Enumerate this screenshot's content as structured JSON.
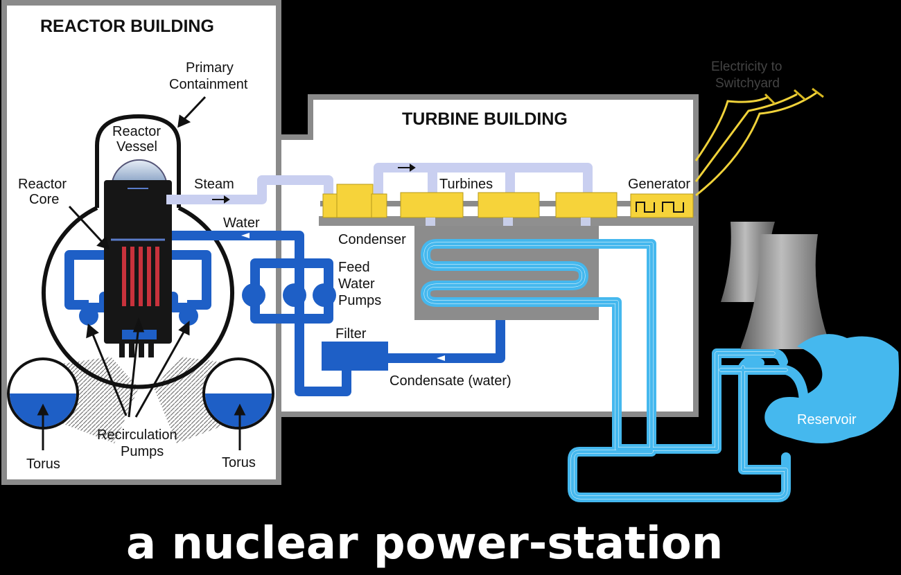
{
  "buildings": {
    "reactor": "REACTOR BUILDING",
    "turbine": "TURBINE BUILDING"
  },
  "labels": {
    "primary_containment": [
      "Primary",
      "Containment"
    ],
    "reactor_vessel": [
      "Reactor",
      "Vessel"
    ],
    "reactor_core": [
      "Reactor",
      "Core"
    ],
    "steam": "Steam",
    "water": "Water",
    "turbines": "Turbines",
    "generator": "Generator",
    "condenser": "Condenser",
    "feed_water_pumps": [
      "Feed",
      "Water",
      "Pumps"
    ],
    "filter": "Filter",
    "condensate": "Condensate (water)",
    "recirculation_pumps": [
      "Recirculation",
      "Pumps"
    ],
    "torus_left": "Torus",
    "torus_right": "Torus",
    "electricity": [
      "Electricity to",
      "Switchyard"
    ],
    "reservoir": "Reservoir"
  },
  "caption": "a nuclear power-station",
  "colors": {
    "background": "#000000",
    "building_fill": "#ffffff",
    "building_border": "#888888",
    "dark_water": "#1e5fc6",
    "light_water": "#45b8ee",
    "steam_pipe": "#c9cff0",
    "turbine_yellow": "#f6d33a",
    "condenser_gray": "#8c8c8c",
    "reactor_black": "#161616",
    "fuel_red": "#c8323c",
    "cooling_tower": "#8f8f8f",
    "power_line": "#f0d23a"
  }
}
